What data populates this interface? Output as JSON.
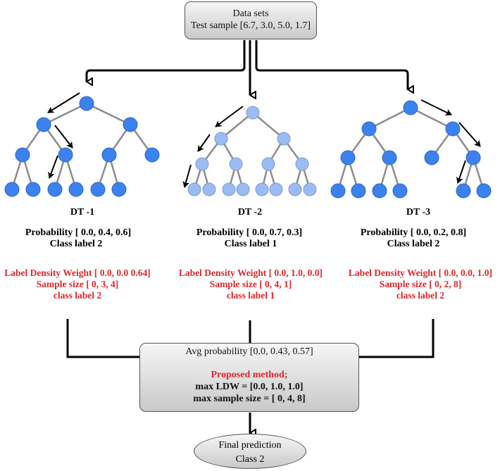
{
  "top_box": {
    "line1": "Data sets",
    "line2": "Test sample [6.7, 3.0, 5.0, 1.7]"
  },
  "trees": [
    {
      "name": "DT -1",
      "probability": "Probability [ 0.0, 0.4, 0.6]",
      "class_label": "Class label 2",
      "ldw": "Label Density Weight [ 0.0, 0.0 0.64]",
      "sample_size": "Sample size [ 0, 3, 4]",
      "ldw_class_label": "class label 2",
      "node_color": "#3b82ee"
    },
    {
      "name": "DT -2",
      "probability": "Probability [ 0.0, 0.7, 0.3]",
      "class_label": "Class label 1",
      "ldw": "Label Density Weight [ 0.0, 1.0, 0.0]",
      "sample_size": "Sample size [ 0, 4, 1]",
      "ldw_class_label": "class label 1",
      "node_color": "#9bbcf2"
    },
    {
      "name": "DT -3",
      "probability": "Probability [ 0.0, 0.2, 0.8]",
      "class_label": "Class label 2",
      "ldw": "Label Density Weight [ 0.0, 0.0, 1.0]",
      "sample_size": "Sample size [ 0, 2, 8]",
      "ldw_class_label": "class label 2",
      "node_color": "#3b82ee"
    }
  ],
  "avg_box": {
    "avg_probability": "Avg probability [0.0, 0.43, 0.57]",
    "proposed": "Proposed method;",
    "max_ldw": "max LDW = [0.0, 1.0, 1.0]",
    "max_sample": "max sample size = [ 0, 4, 8]"
  },
  "final": {
    "line1": "Final prediction",
    "line2": "Class 2"
  },
  "colors": {
    "accent_red": "#e0262a",
    "edge_gray": "#8c8c8c"
  }
}
